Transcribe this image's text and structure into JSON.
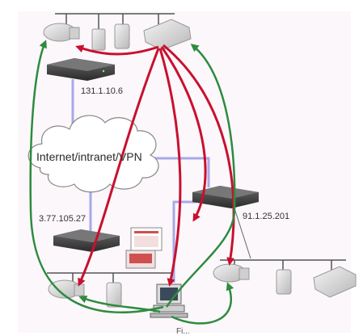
{
  "diagram": {
    "cloud_label": "Internet/intranet/VPN",
    "ip_labels": {
      "top_router": "131.1.10.6",
      "left_router": "3.77.105.27",
      "right_router": "91.1.25.201"
    },
    "caption": "Fi...",
    "colors": {
      "background_panel": "#fbf7fb",
      "network_link": "#a8a8e8",
      "bus_line": "#555555",
      "red_arrow": "#c8102e",
      "green_arrow": "#2e8b3e",
      "router_body": "#3a3a3a",
      "cloud_fill": "#ffffff",
      "cloud_stroke": "#888888"
    },
    "icons": {
      "router": "router-icon",
      "controller": "controller-icon",
      "valve": "valve-actuator-icon",
      "sensor": "sensor-module-icon",
      "workstation": "workstation-icon",
      "screen_panel": "screen-panel-icon"
    }
  }
}
